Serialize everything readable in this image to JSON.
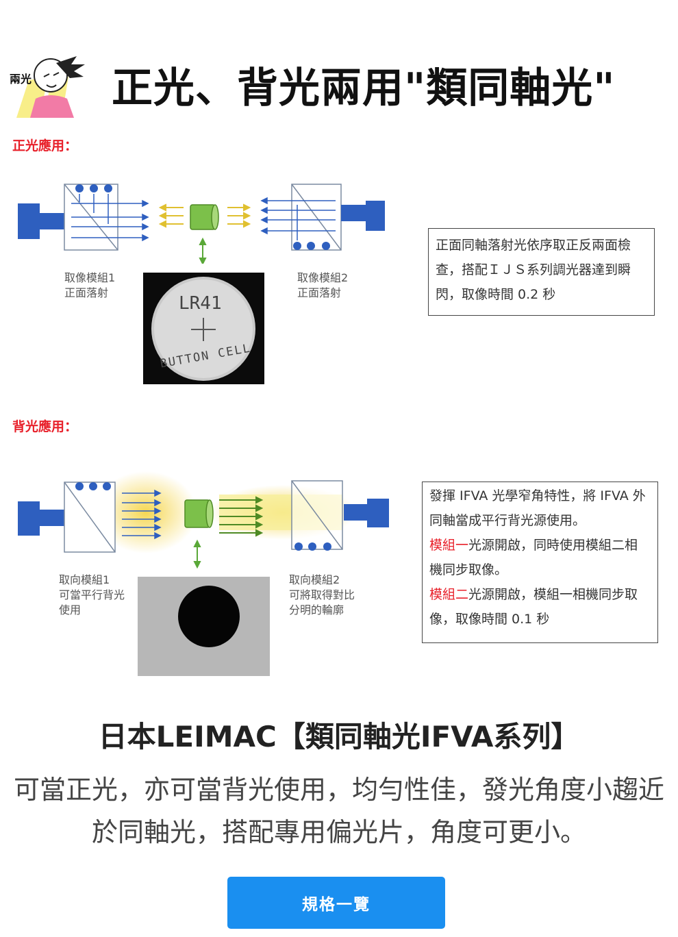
{
  "header": {
    "title": "正光、背光兩用\"類同軸光\"",
    "mascot_text": "兩光"
  },
  "front_light": {
    "section_label": "正光應用：",
    "module1_caption": "取像模組1\n正面落射",
    "module2_caption": "取像模組2\n正面落射",
    "coin_photo": {
      "line1": "LR41",
      "line2": "BUTTON CELL"
    },
    "note": "正面同軸落射光依序取正反兩面檢查，搭配ＩＪＳ系列調光器達到瞬閃，取像時間 0.2 秒"
  },
  "back_light": {
    "section_label": "背光應用：",
    "module1_caption": "取向模組1\n可當平行背光\n使用",
    "module2_caption": "取向模組2\n可將取得對比\n分明的輪廓",
    "note": {
      "line1": "發揮 IFVA 光學窄角特性，將 IFVA 外同軸當成平行背光源使用。",
      "line2_red": "模組一",
      "line2_rest": "光源開啟，同時使用模組二相機同步取像。",
      "line3_red": "模組二",
      "line3_rest": "光源開啟，模組一相機同步取像，取像時間 0.1 秒"
    }
  },
  "product": {
    "heading": "日本LEIMAC【類同軸光IFVA系列】",
    "description": "可當正光，亦可當背光使用，均勻性佳，發光角度小趨近於同軸光，搭配專用偏光片，角度可更小。"
  },
  "cta": {
    "label": "規格一覽"
  },
  "colors": {
    "accent_red": "#e8202a",
    "button_blue": "#1a8ff0",
    "camera_blue": "#2e5fbf",
    "lens_green": "#7cc04a",
    "beam_yellow": "#f5d54a"
  }
}
